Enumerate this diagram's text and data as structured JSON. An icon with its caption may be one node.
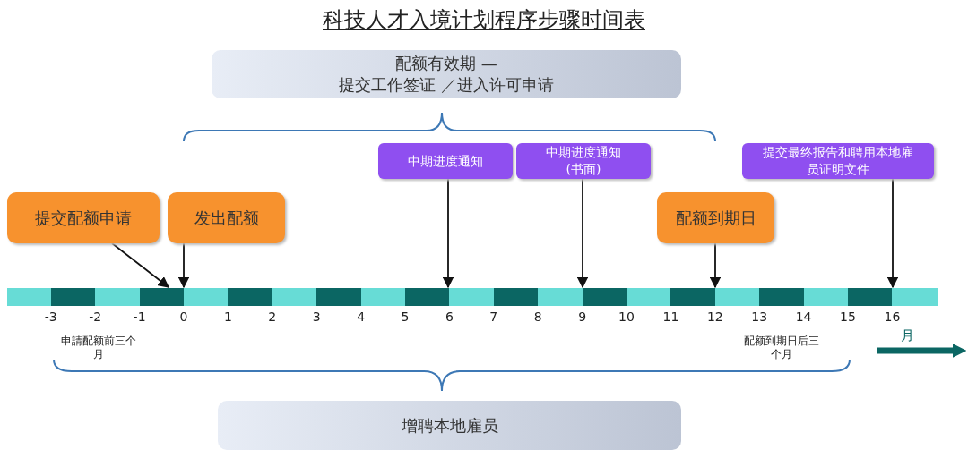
{
  "diagram": {
    "title": "科技人才入境计划程序步骤时间表",
    "nodes": [
      {
        "text": [
          "配额有效期 —",
          "提交工作签证 ／进入许可申请"
        ]
      },
      {
        "text": [
          "中期进度通知"
        ]
      },
      {
        "text": [
          "中期进度通知 (书面)"
        ]
      },
      {
        "text": [
          "提交最终报告和聘用本地雇员证明文件"
        ]
      },
      {
        "text": [
          "提交配额申请"
        ]
      },
      {
        "text": [
          "发出配额"
        ]
      },
      {
        "text": [
          "配额到期日"
        ]
      },
      {
        "text": [
          "增聘本地雇员"
        ]
      },
      {
        "text": [],
        "shape": "bar"
      }
    ],
    "edges": [
      {
        "from": 4,
        "to": 8,
        "arrow": "to"
      },
      {
        "from": 5,
        "to": 8,
        "arrow": "to"
      },
      {
        "from": 1,
        "to": 8,
        "arrow": "to"
      },
      {
        "from": 2,
        "to": 8,
        "arrow": "to"
      },
      {
        "from": 6,
        "to": 8,
        "arrow": "to"
      },
      {
        "from": 3,
        "to": 8,
        "arrow": "to"
      }
    ],
    "labels": [
      "-3",
      "-2",
      "-1",
      "0",
      "1",
      "2",
      "3",
      "4",
      "5",
      "6",
      "7",
      "8",
      "9",
      "10",
      "11",
      "12",
      "13",
      "14",
      "15",
      "16",
      "申請配额前三个月",
      "配额到期日后三个月",
      "月"
    ]
  }
}
